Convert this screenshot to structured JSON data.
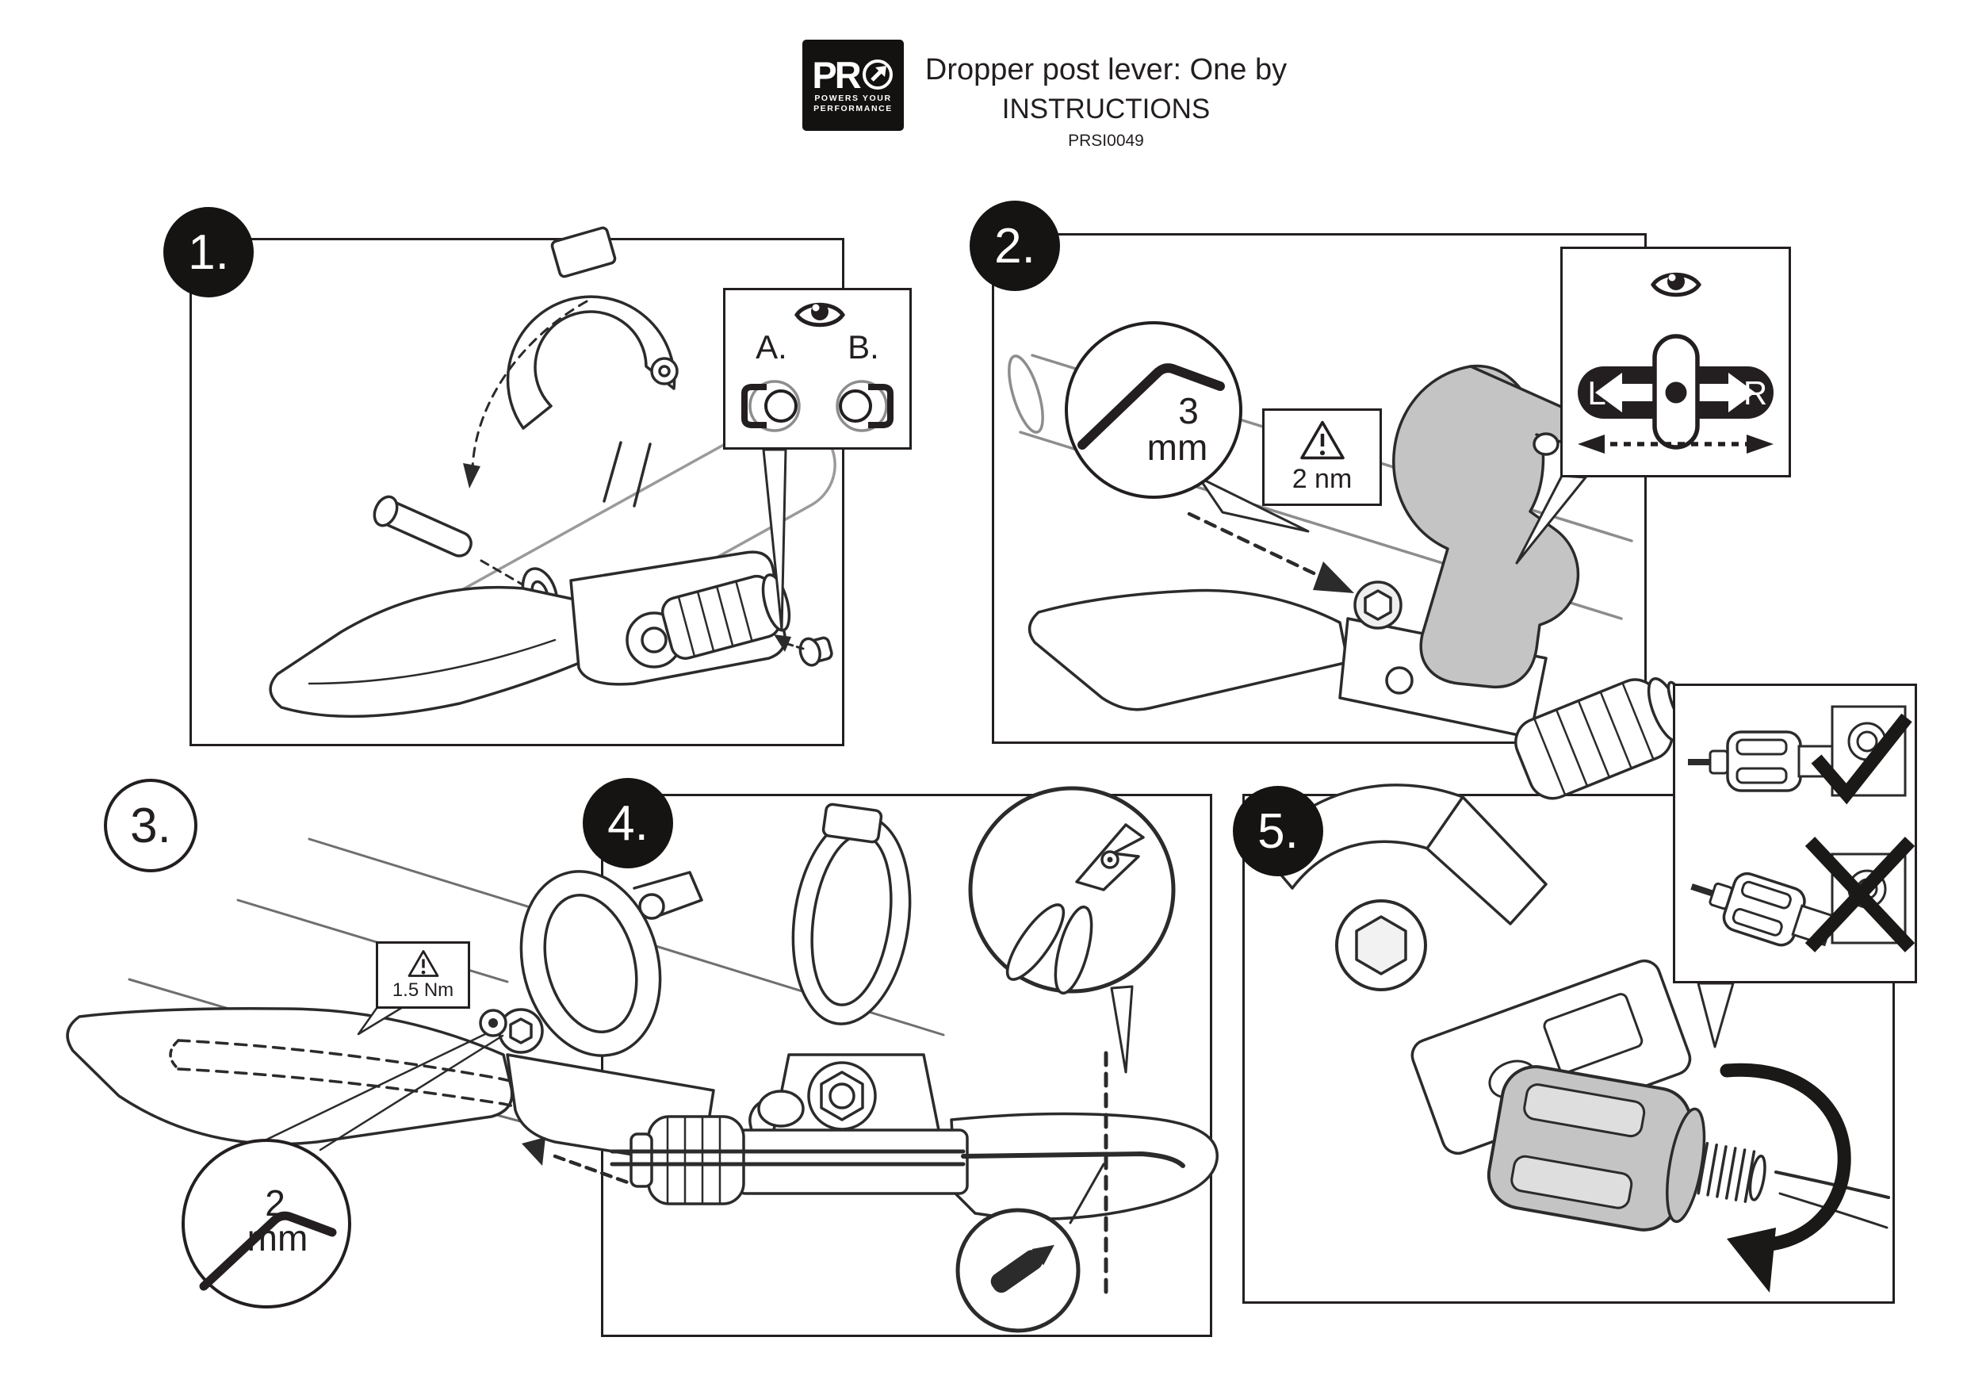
{
  "header": {
    "logo": {
      "wordmark": "PR",
      "arrow_icon": "pro-arrow-o-icon",
      "tagline1": "POWERS YOUR",
      "tagline2": "PERFORMANCE"
    },
    "title": "Dropper post lever: One by",
    "subtitle": "INSTRUCTIONS",
    "code": "PRSI0049"
  },
  "colors": {
    "ink": "#231f20",
    "handlebar_gray": "#8d8d8d",
    "clamp_shade": "#c4c4c4",
    "logo_background": "#141210",
    "paper": "#ffffff"
  },
  "icons": [
    "eye-icon",
    "warning-triangle-icon",
    "hex-key-icon",
    "cable-cutter-icon",
    "cable-end-cap-icon",
    "check-icon",
    "cross-icon",
    "left-right-slider-icon",
    "rotate-arrow-icon"
  ],
  "steps": {
    "step1": {
      "badge": "1.",
      "inset": {
        "icon": "eye-icon",
        "label_a": "A.",
        "label_b": "B."
      }
    },
    "step2": {
      "badge": "2.",
      "hex_key": {
        "size": "3",
        "unit": "mm"
      },
      "torque": {
        "icon": "warning-triangle-icon",
        "value": "2 nm"
      },
      "inset": {
        "icon": "eye-icon",
        "left": "L",
        "right": "R"
      }
    },
    "step3": {
      "badge": "3.",
      "torque": {
        "icon": "warning-triangle-icon",
        "value": "1.5 Nm"
      },
      "hex_key": {
        "size": "2",
        "unit": "mm"
      }
    },
    "step4": {
      "badge": "4.",
      "insets": {
        "tool_icon": "cable-cutter-icon",
        "cap_icon": "cable-end-cap-icon"
      }
    },
    "step5": {
      "badge": "5.",
      "inset": {
        "correct_icon": "check-icon",
        "incorrect_icon": "cross-icon"
      }
    }
  }
}
